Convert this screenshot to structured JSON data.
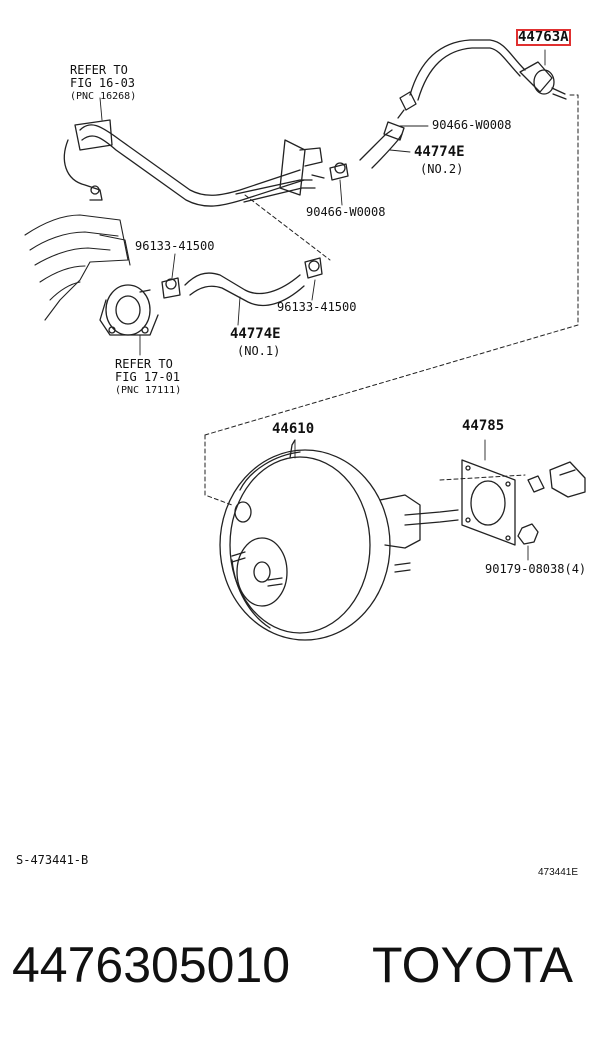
{
  "diagram": {
    "labels": {
      "refer_1603": [
        "REFER TO",
        "FIG 16-03",
        "(PNC 16268)"
      ],
      "refer_1701": [
        "REFER TO",
        "FIG 17-01",
        "(PNC 17111)"
      ],
      "p44763": "44763A",
      "p90466_top": "90466-W0008",
      "p44774_no2": "44774E",
      "no2": "(NO.2)",
      "p90466_mid": "90466-W0008",
      "p96133_left": "96133-41500",
      "p96133_right": "96133-41500",
      "p44774_no1": "44774E",
      "no1": "(NO.1)",
      "p44610": "44610",
      "p44785": "44785",
      "p90179": "90179-08038(4)",
      "ref_left": "S-473441-B",
      "ref_right": "473441E"
    },
    "highlight_color": "#e03030"
  },
  "caption": {
    "part_number": "4476305010",
    "brand": "TOYOTA"
  }
}
